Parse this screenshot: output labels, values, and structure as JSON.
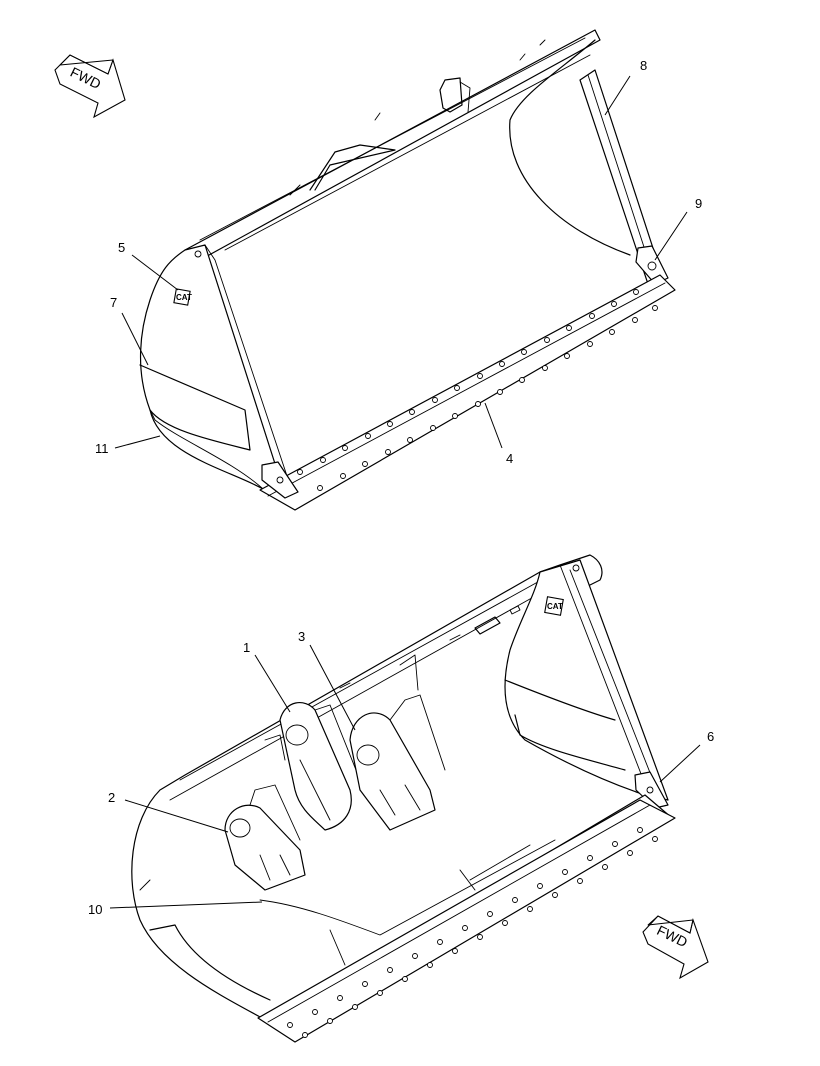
{
  "arrows": {
    "fwd_top": "FWD",
    "fwd_bottom": "FWD"
  },
  "logos": {
    "top_logo": "CAT",
    "bottom_logo": "CAT"
  },
  "callouts": {
    "c1": "1",
    "c2": "2",
    "c3": "3",
    "c4": "4",
    "c5": "5",
    "c6": "6",
    "c7": "7",
    "c8": "8",
    "c9": "9",
    "c10": "10",
    "c11": "11"
  }
}
